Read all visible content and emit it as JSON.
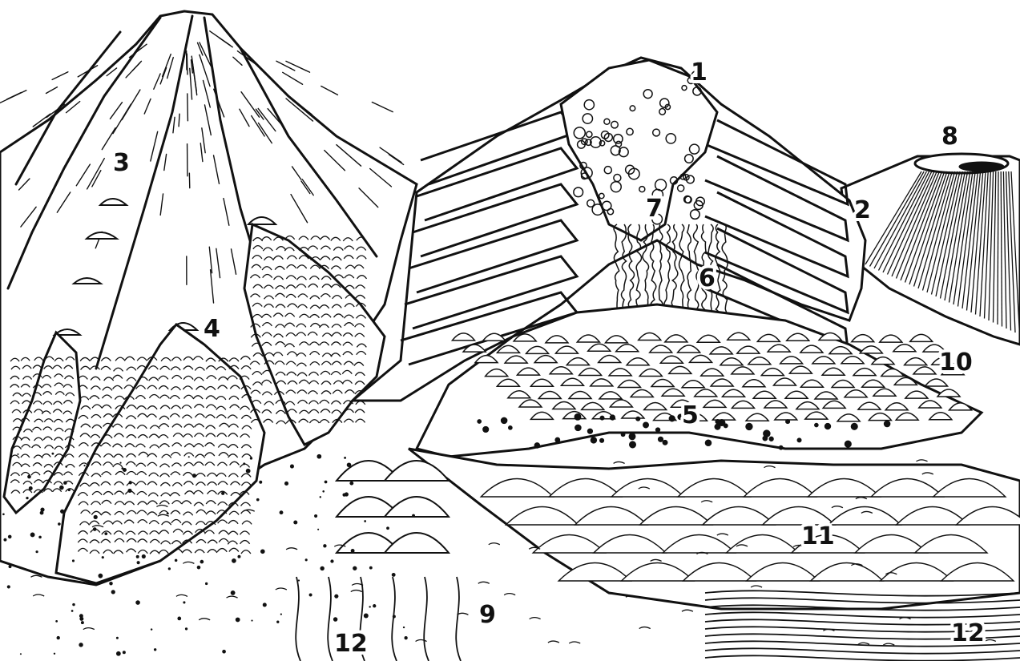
{
  "labels": [
    {
      "id": "1",
      "text": "1"
    },
    {
      "id": "2",
      "text": "2"
    },
    {
      "id": "3",
      "text": "3"
    },
    {
      "id": "4",
      "text": "4"
    },
    {
      "id": "5",
      "text": "5"
    },
    {
      "id": "6",
      "text": "6"
    },
    {
      "id": "7",
      "text": "7"
    },
    {
      "id": "8",
      "text": "8"
    },
    {
      "id": "9",
      "text": "9"
    },
    {
      "id": "10",
      "text": "10"
    },
    {
      "id": "11",
      "text": "11"
    },
    {
      "id": "12a",
      "text": "12"
    },
    {
      "id": "12b",
      "text": "12"
    }
  ],
  "colors": {
    "ink": "#111111",
    "paper": "#ffffff"
  }
}
